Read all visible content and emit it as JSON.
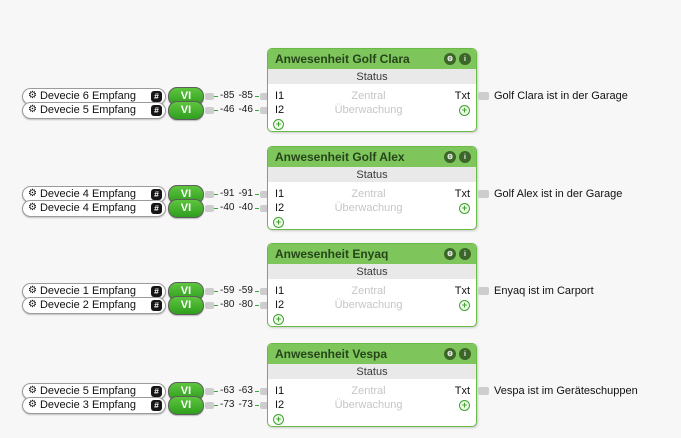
{
  "colors": {
    "canvas_background": "#f7f7f7",
    "block_header_green": "#7ec55c",
    "block_border_green": "#6abb45",
    "block_title_text": "#26451a",
    "status_bar_gray": "#e9e9e9",
    "param_text_gray": "#c6c6c6",
    "vi_badge_green": "#3cab28",
    "wire_green": "#3da33d",
    "connector_stub_gray": "#cdcdcd",
    "hash_badge_black": "#161616",
    "header_icon_green": "#3c6629"
  },
  "icons": {
    "gear": "⚙",
    "info": "i",
    "hash": "#",
    "plus": "+"
  },
  "block_labels": {
    "subheader": "Status",
    "input1": "I1",
    "input2": "I2",
    "param1": "Zentral",
    "param2": "Überwachung",
    "output": "Txt"
  },
  "groups": [
    {
      "title": "Anwesenheit Golf Clara",
      "inputs": [
        {
          "label": "Devecie 6 Empfang",
          "badge": "VI",
          "value": "-85"
        },
        {
          "label": "Devecie 5 Empfang",
          "badge": "VI",
          "value": "-46"
        }
      ],
      "output_text": "Golf Clara ist in der Garage"
    },
    {
      "title": "Anwesenheit Golf Alex",
      "inputs": [
        {
          "label": "Devecie 4 Empfang",
          "badge": "VI",
          "value": "-91"
        },
        {
          "label": "Devecie 4 Empfang",
          "badge": "VI",
          "value": "-40"
        }
      ],
      "output_text": "Golf Alex ist in der Garage"
    },
    {
      "title": "Anwesenheit Enyaq",
      "inputs": [
        {
          "label": "Devecie 1 Empfang",
          "badge": "VI",
          "value": "-59"
        },
        {
          "label": "Devecie 2 Empfang",
          "badge": "VI",
          "value": "-80"
        }
      ],
      "output_text": "Enyaq ist im Carport"
    },
    {
      "title": "Anwesenheit Vespa",
      "inputs": [
        {
          "label": "Devecie 5 Empfang",
          "badge": "VI",
          "value": "-63"
        },
        {
          "label": "Devecie 3 Empfang",
          "badge": "VI",
          "value": "-73"
        }
      ],
      "output_text": "Vespa ist im Geräteschuppen"
    }
  ]
}
